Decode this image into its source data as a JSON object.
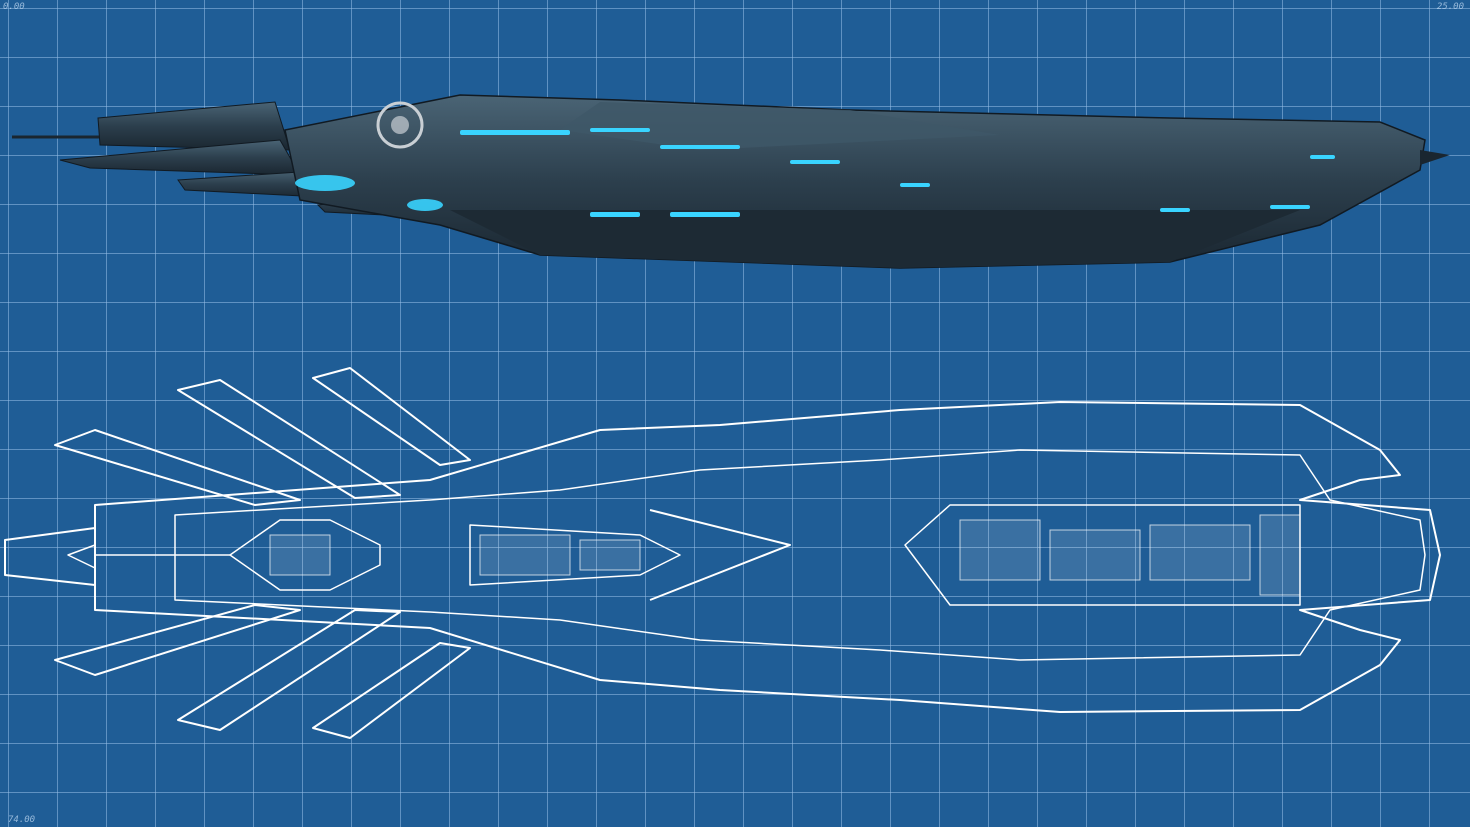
{
  "labels": {
    "top_left": "0.00",
    "top_right": "25.00",
    "bottom_left": "74.00"
  },
  "colors": {
    "background": "#1f5d96",
    "grid": "#96bee6",
    "hull_dark": "#2a3a47",
    "hull_mid": "#3d5566",
    "glow": "#39d4ff",
    "line": "#ffffff"
  }
}
